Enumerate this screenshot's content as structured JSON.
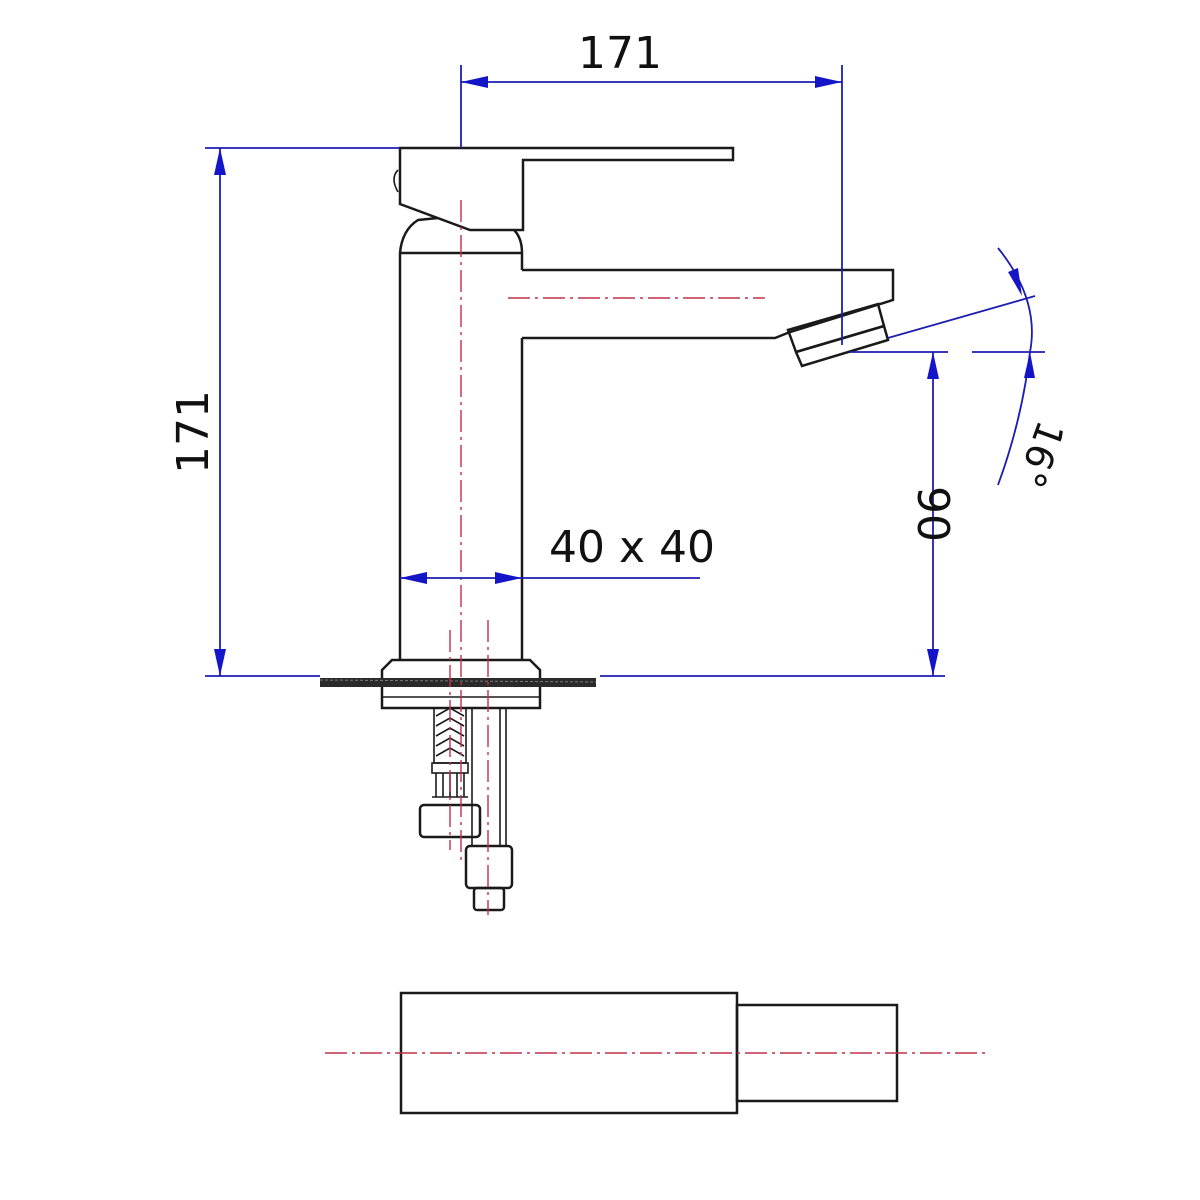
{
  "drawing": {
    "subject": "Single lever basin mixer faucet - side elevation and top view",
    "colors": {
      "outline": "#1a1a1a",
      "dimension": "#1d1db0",
      "centerline": "#c0304a",
      "background": "#ffffff"
    }
  },
  "dimensions": {
    "spout_reach": "171",
    "total_height": "171",
    "body_section": "40 x 40",
    "spout_height": "90",
    "aerator_angle": "16°"
  },
  "views": {
    "side": "side-elevation",
    "top": "top-view"
  }
}
